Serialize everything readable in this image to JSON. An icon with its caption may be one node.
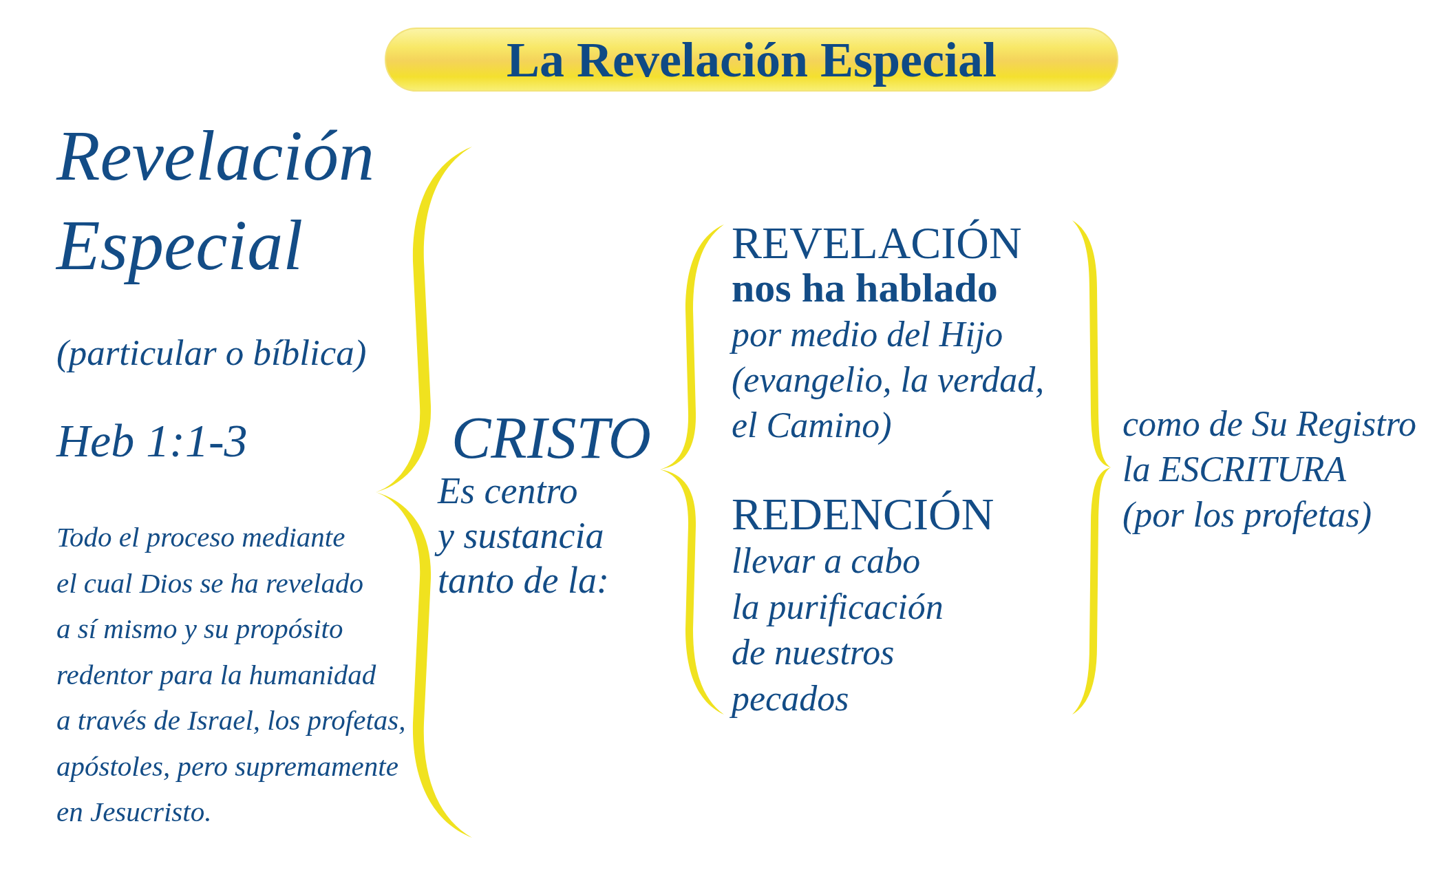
{
  "diagram": {
    "title": "La Revelación Especial",
    "nodes": [
      {
        "text": [],
        "shape": "brace"
      },
      {
        "text": [],
        "shape": "brace"
      },
      {
        "text": [],
        "shape": "brace"
      }
    ],
    "labels": [
      "Revelación Especial",
      "(particular o bíblica)",
      "Heb 1:1-3",
      "Todo el proceso mediante el cual Dios se ha revelado a sí mismo y su propósito redentor para la humanidad a través de Israel, los profetas, apóstoles, pero supremamente en Jesucristo.",
      "CRISTO",
      "Es centro y sustancia tanto de la:",
      "REVELACIÓN",
      "nos ha hablado",
      "por medio del Hijo (evangelio, la verdad, el Camino)",
      "REDENCIÓN",
      "llevar a cabo la purificación de nuestros pecados",
      "como de Su Registro la ESCRITURA (por los profetas)"
    ]
  }
}
